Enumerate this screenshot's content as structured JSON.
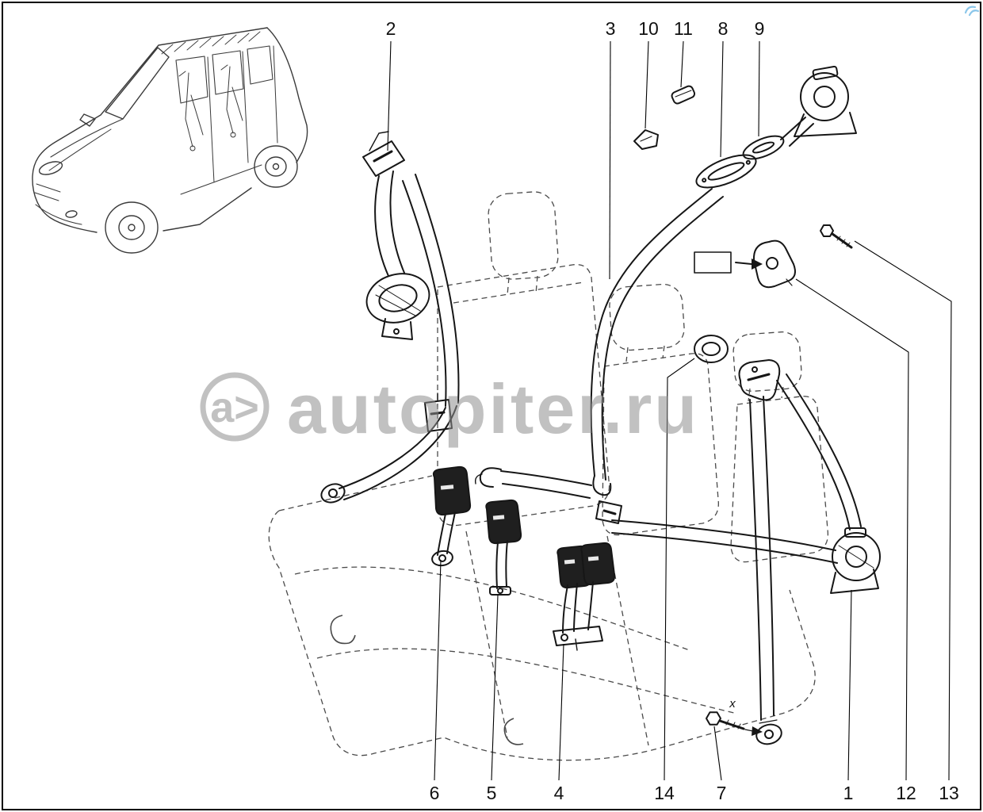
{
  "colors": {
    "frame": "#000000",
    "watermark": "#8f8f8f",
    "corner_logo": "#8cc7ea",
    "line": "#1a1a1a"
  },
  "watermark": {
    "logo_text": "a>",
    "site_text": "autopiter.ru"
  },
  "diagram": {
    "x_marker": "x",
    "callouts": [
      {
        "label": "2"
      },
      {
        "label": "3"
      },
      {
        "label": "10"
      },
      {
        "label": "11"
      },
      {
        "label": "8"
      },
      {
        "label": "9"
      },
      {
        "label": "6"
      },
      {
        "label": "5"
      },
      {
        "label": "4"
      },
      {
        "label": "14"
      },
      {
        "label": "7"
      },
      {
        "label": "1"
      },
      {
        "label": "12"
      },
      {
        "label": "13"
      }
    ]
  }
}
